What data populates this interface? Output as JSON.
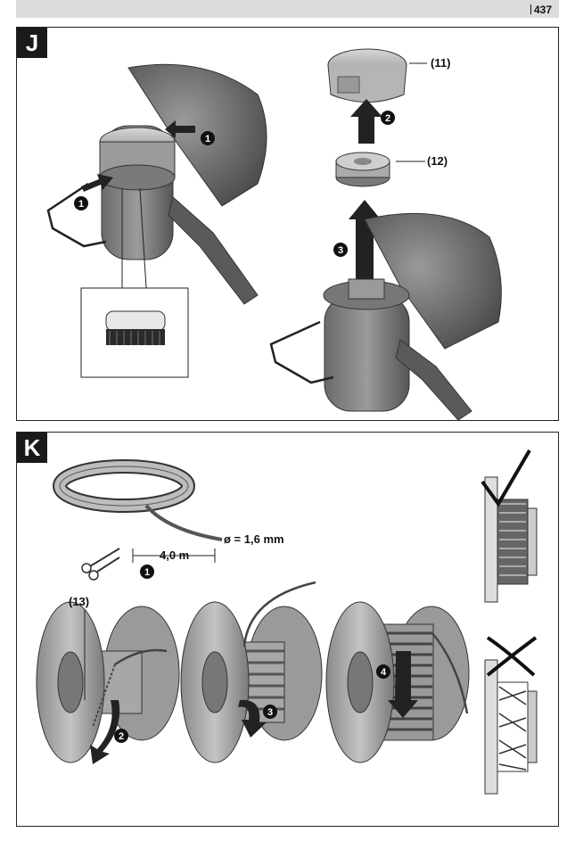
{
  "page_number": "437",
  "panel_j": {
    "badge": "J",
    "labels": {
      "cap": "(11)",
      "spool": "(12)"
    },
    "steps": {
      "press_left": "1",
      "press_right": "1",
      "lift_cap": "2",
      "pull_spool": "3"
    }
  },
  "panel_k": {
    "badge": "K",
    "diameter": "ø = 1,6 mm",
    "length": "4,0 m",
    "spool_label": "(13)",
    "steps": {
      "cut": "1",
      "insert": "2",
      "wind": "3",
      "wind_full": "4"
    }
  }
}
